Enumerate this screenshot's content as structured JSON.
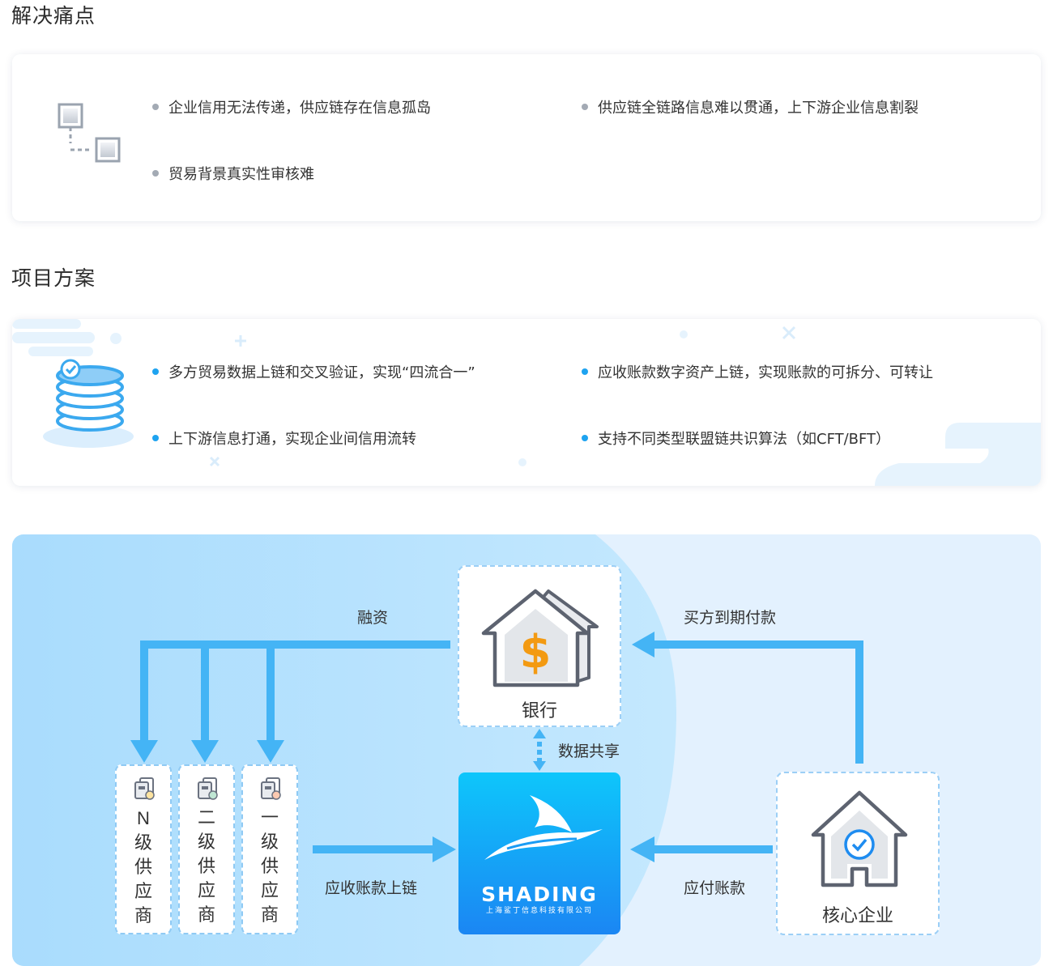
{
  "sections": {
    "pain_title": "解决痛点",
    "solution_title": "项目方案"
  },
  "pain_points": [
    "企业信用无法传递，供应链存在信息孤岛",
    "供应链全链路信息难以贯通，上下游企业信息割裂",
    "贸易背景真实性审核难"
  ],
  "solutions": [
    "多方贸易数据上链和交叉验证，实现“四流合一”",
    "应收账款数字资产上链，实现账款的可拆分、可转让",
    "上下游信息打通，实现企业间信用流转",
    "支持不同类型联盟链共识算法（如CFT/BFT）"
  ],
  "diagram": {
    "bank": "银行",
    "core_company": "核心企业",
    "suppliers": [
      "N级供应商",
      "二级供应商",
      "一级供应商"
    ],
    "financing": "融资",
    "buyer_payment": "买方到期付款",
    "data_sharing": "数据共享",
    "receivable_onchain": "应收账款上链",
    "payable": "应付账款",
    "brand": "SHADING",
    "brand_sub": "上海鲨丁信息科技有限公司",
    "icons": [
      "house-dollar-icon",
      "house-check-icon",
      "supplier-doc-icon",
      "shark-fin-logo"
    ]
  },
  "colors": {
    "accent": "#1ea3f0",
    "arrow": "#44b4f5",
    "logo_top": "#0ec6fb",
    "logo_bottom": "#1b86f3",
    "dollar": "#f6a21b"
  }
}
